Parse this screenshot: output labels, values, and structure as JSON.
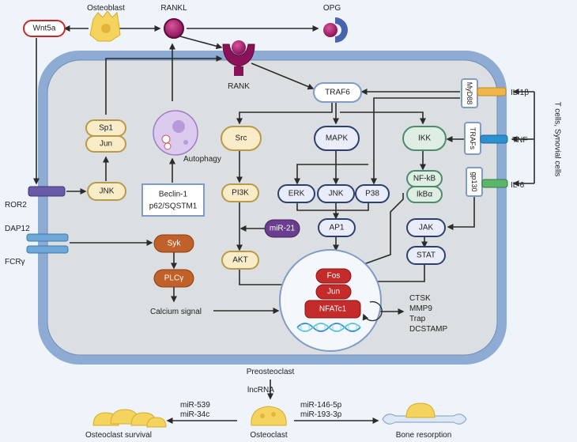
{
  "labels": {
    "osteoblast": "Osteoblast",
    "rankl": "RANKL",
    "opg": "OPG",
    "wnt5a": "Wnt5a",
    "rank": "RANK",
    "traf6": "TRAF6",
    "myd88": "MyD88",
    "il1b": "IL-1β",
    "t_cells": "T cells, Synovial cells",
    "sp1": "Sp1",
    "jun_top": "Jun",
    "autophagy": "Autophagy",
    "src": "Src",
    "mapk": "MAPK",
    "ikk": "IKK",
    "trafs": "TRAFs",
    "tnf": "TNF",
    "ror2": "ROR2",
    "jnk_left": "JNK",
    "beclin": "Beclin-1",
    "p62": "p62/SQSTM1",
    "pi3k": "PI3K",
    "erk": "ERK",
    "jnk_mid": "JNK",
    "p38": "P38",
    "nfkb": "NF-kB",
    "ikba": "IkBα",
    "gp130": "gp130",
    "il6": "IL-6",
    "dap12": "DAP12",
    "fcrg": "FCRγ",
    "syk": "Syk",
    "mir21": "miR-21",
    "ap1": "AP1",
    "jak": "JAK",
    "stat": "STAT",
    "akt": "AKT",
    "plcg": "PLCγ",
    "fos": "Fos",
    "jun_nuc": "Jun",
    "nfatc1": "NFATc1",
    "calcium": "Calcium signal",
    "ctsk": "CTSK",
    "mmp9": "MMP9",
    "trap": "Trap",
    "dcstamp": "DCSTAMP",
    "preosteoclast": "Preosteoclast",
    "lncrna": "lncRNA",
    "mir539": "miR-539",
    "mir34c": "miR-34c",
    "mir146": "miR-146-5p",
    "mir193": "miR-193-3p",
    "oc_survival": "Osteoclast survival",
    "osteoclast": "Osteoclast",
    "bone_resorption": "Bone resorption"
  },
  "colors": {
    "cell_border": "#7f9cc6",
    "cell_fill": "#dde1e4",
    "navy": "#2d3f6e",
    "node_blue_fill": "#e8edf9",
    "tan_border": "#b99a4a",
    "tan_fill": "#f8ecc9",
    "green_border": "#4f8a6f",
    "green_fill": "#dfeee2",
    "brown": "#c0602a",
    "purple": "#6a3d8f",
    "red": "#c42b2b",
    "ligand": "#a01e6b",
    "opg": "#4a63ad"
  }
}
